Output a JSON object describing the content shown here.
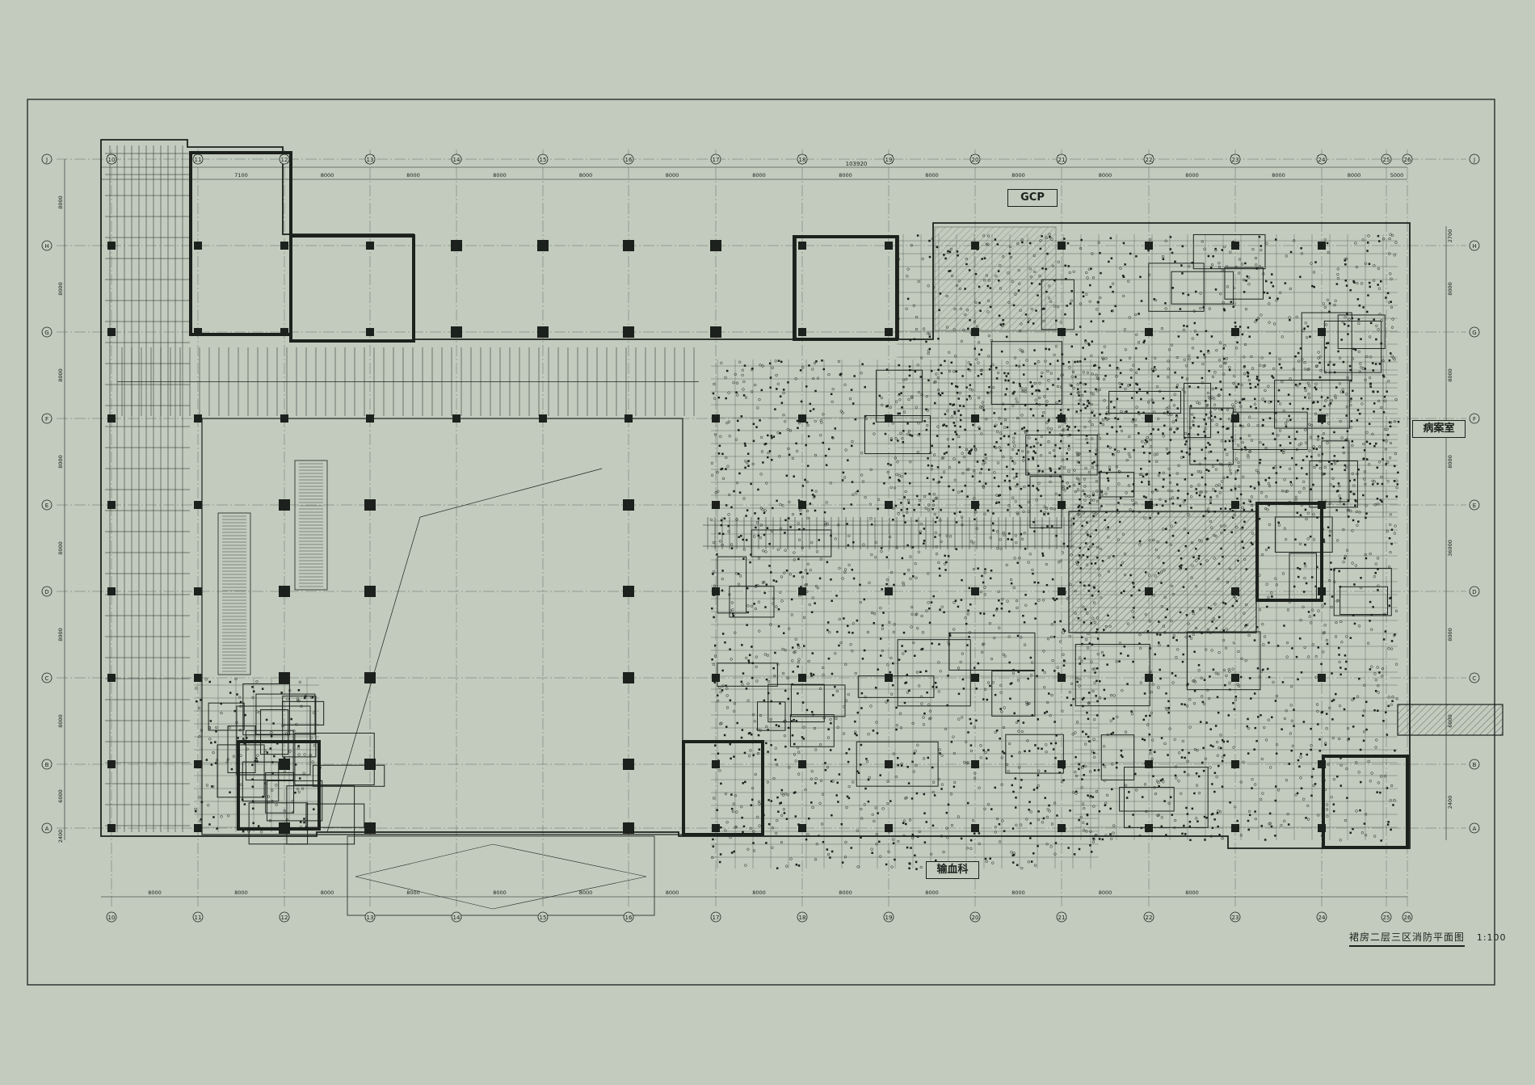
{
  "drawing": {
    "title": "裙房二层三区消防平面图",
    "scale": "1:100",
    "overall_top_dim": "103920",
    "overall_bottom_dim": "",
    "room_labels": {
      "gcp": "GCP",
      "pathology": "病案室",
      "blood_transfusion": "输血科"
    },
    "grid_letters": [
      "J",
      "H",
      "G",
      "F",
      "E",
      "D",
      "C",
      "B",
      "A"
    ],
    "grid_numbers": [
      "10",
      "11",
      "12",
      "13",
      "14",
      "15",
      "16",
      "17",
      "18",
      "19",
      "20",
      "21",
      "22",
      "23",
      "24",
      "25",
      "26"
    ],
    "top_dims": [
      "7100",
      "8000",
      "8000",
      "8000",
      "8000",
      "8000",
      "8000",
      "8000",
      "8000",
      "8000",
      "8000",
      "8000",
      "8000",
      "8000",
      "5000"
    ],
    "bottom_dims": [
      "8000",
      "8000",
      "8000",
      "8000",
      "8000",
      "8000",
      "8000",
      "8000",
      "8000",
      "8000",
      "8000",
      "8000",
      "8000"
    ],
    "left_dims": [
      "8000",
      "8000",
      "8000",
      "8000",
      "8000",
      "8000",
      "8000",
      "6000",
      "2400"
    ],
    "right_dims": [
      "2700",
      "8000",
      "8000",
      "8000",
      "36000",
      "8000",
      "6000",
      "2400"
    ]
  },
  "colors": {
    "background": "#c2cbbe",
    "ink": "#1d211d"
  }
}
